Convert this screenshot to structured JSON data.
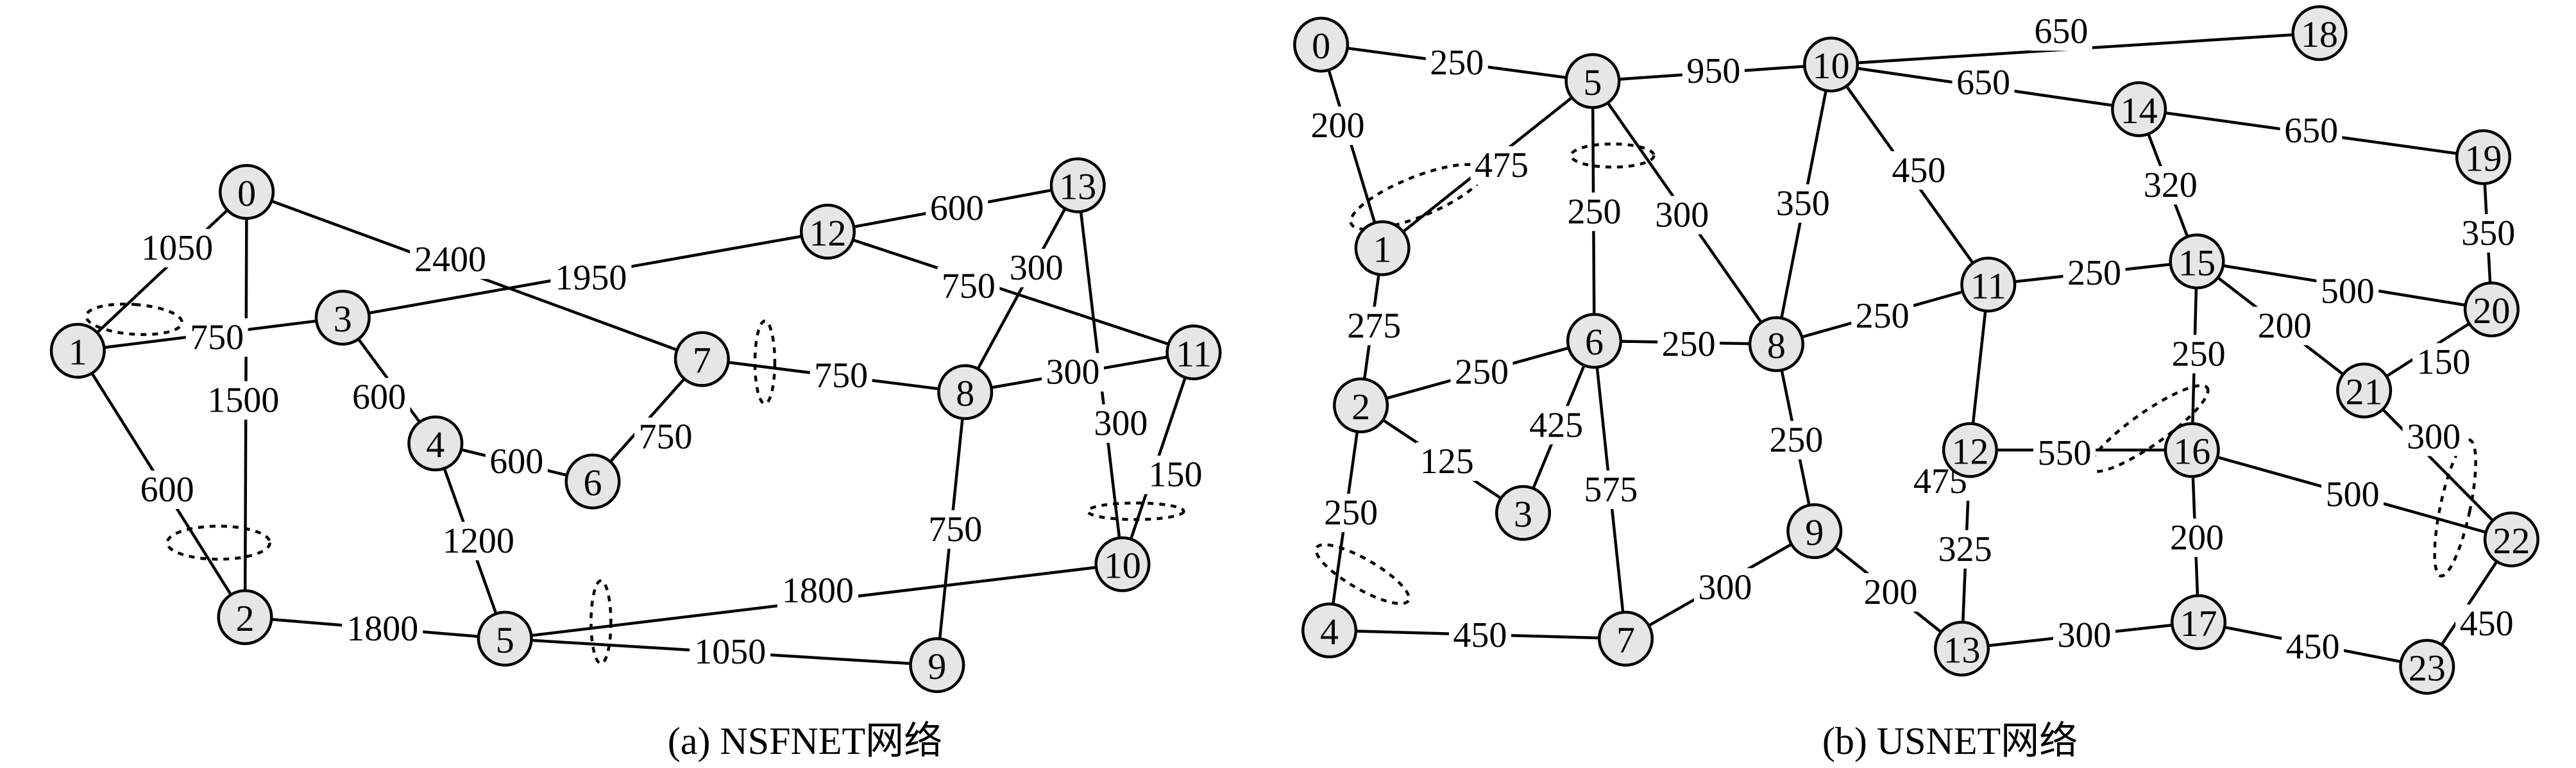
{
  "captions": {
    "a": "(a) NSFNET网络",
    "b": "(b) USNET网络"
  },
  "nsfnet": {
    "nodes": [
      "0",
      "1",
      "2",
      "3",
      "4",
      "5",
      "6",
      "7",
      "8",
      "9",
      "10",
      "11",
      "12",
      "13"
    ],
    "edge_weights": [
      "1050",
      "750",
      "600",
      "1500",
      "2400",
      "600",
      "600",
      "1200",
      "750",
      "1950",
      "750",
      "1800",
      "1050",
      "600",
      "750",
      "300",
      "750",
      "300",
      "150",
      "1800",
      "300"
    ]
  },
  "usnet": {
    "nodes": [
      "0",
      "1",
      "2",
      "3",
      "4",
      "5",
      "6",
      "7",
      "8",
      "9",
      "10",
      "11",
      "12",
      "13",
      "14",
      "15",
      "16",
      "17",
      "18",
      "19",
      "20",
      "21",
      "22",
      "23"
    ],
    "edge_weights": [
      "250",
      "200",
      "475",
      "250",
      "300",
      "950",
      "650",
      "650",
      "350",
      "450",
      "650",
      "275",
      "250",
      "250",
      "125",
      "425",
      "575",
      "250",
      "250",
      "250",
      "250",
      "475",
      "550",
      "325",
      "200",
      "300",
      "450",
      "300",
      "320",
      "350",
      "250",
      "500",
      "200",
      "150",
      "300",
      "500",
      "200",
      "450",
      "450"
    ]
  }
}
